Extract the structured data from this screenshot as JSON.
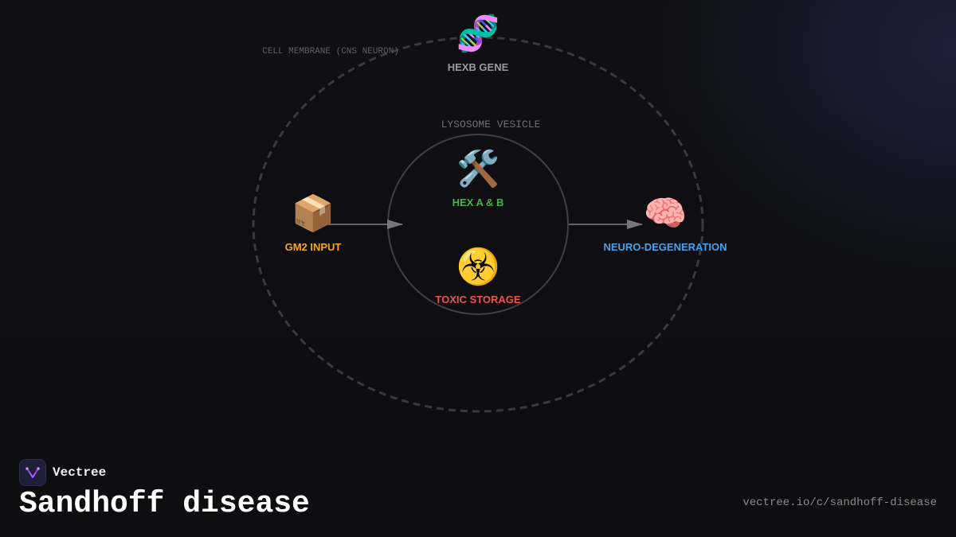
{
  "diagram": {
    "membrane_label": "CELL MEMBRANE (CNS NEURON)",
    "lysosome_label": "LYSOSOME VESICLE",
    "nodes": {
      "gene": {
        "icon": "🧬",
        "icon_name": "dna-icon",
        "label": "HEXB GENE",
        "color": "#9a9a9a"
      },
      "input": {
        "icon": "📦",
        "icon_name": "package-icon",
        "label": "GM2 INPUT",
        "color": "#f5a623"
      },
      "enzyme": {
        "icon": "🛠️",
        "icon_name": "tools-icon",
        "label": "HEX A & B",
        "color": "#4caf50"
      },
      "storage": {
        "icon": "☣️",
        "icon_name": "biohazard-icon",
        "label": "TOXIC STORAGE",
        "color": "#ef5350"
      },
      "outcome": {
        "icon": "🧠",
        "icon_name": "brain-icon",
        "label": "NEURO-DEGENERATION",
        "color": "#4aa3f0"
      }
    }
  },
  "brand": {
    "name": "Vectree",
    "logo_icon": "vectree-logo-icon",
    "accent": "#b05cff"
  },
  "page": {
    "title": "Sandhoff disease",
    "url": "vectree.io/c/sandhoff-disease"
  }
}
